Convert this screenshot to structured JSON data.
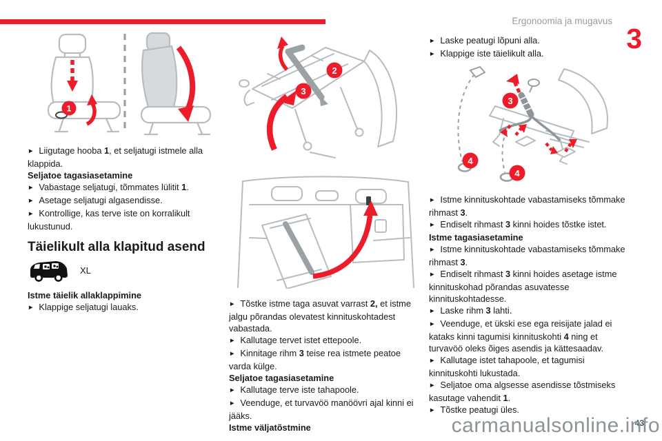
{
  "page": {
    "title": "Ergonoomia ja mugavus",
    "chapter_number": "3",
    "page_number": "43",
    "watermark": "carmanualsonline.info",
    "bullet_glyph": "►",
    "accent_red": "#ed1c2b",
    "lineart_gray": "#b6bcbf"
  },
  "left_column": {
    "blocks_top": [
      {
        "type": "bullet",
        "text": "Liigutage hooba **1**, et seljatugi istmele alla klappida."
      },
      {
        "type": "heading",
        "text": "Seljatoe tagasiasetamine"
      },
      {
        "type": "bullet",
        "text": "Vabastage seljatugi, tõmmates lülitit **1**."
      },
      {
        "type": "bullet",
        "text": "Asetage seljatugi algasendisse."
      },
      {
        "type": "bullet",
        "text": "Kontrollige, kas terve iste on korralikult lukustunud."
      }
    ],
    "section_title": "Täielikult alla klapitud asend",
    "variant_label": "XL",
    "blocks_bottom": [
      {
        "type": "heading",
        "text": "Istme täielik allaklappimine"
      },
      {
        "type": "bullet",
        "text": "Klappige seljatugi lauaks."
      }
    ]
  },
  "middle_column": {
    "blocks": [
      {
        "type": "bullet",
        "text": "Tõstke istme taga asuvat varrast **2,** et istme jalgu põrandas olevatest kinnituskohtadest vabastada."
      },
      {
        "type": "bullet",
        "text": "Kallutage tervet istet ettepoole."
      },
      {
        "type": "bullet",
        "text": "Kinnitage rihm **3** teise rea istmete peatoe varda külge."
      },
      {
        "type": "heading",
        "text": "Seljatoe tagasiasetamine"
      },
      {
        "type": "bullet",
        "text": "Kallutage terve iste tahapoole."
      },
      {
        "type": "bullet",
        "text": "Veenduge, et turvavöö manöövri ajal kinni ei jääks."
      },
      {
        "type": "heading",
        "text": "Istme väljatõstmine"
      }
    ]
  },
  "right_column": {
    "blocks_top": [
      {
        "type": "bullet",
        "text": "Laske peatugi lõpuni alla."
      },
      {
        "type": "bullet",
        "text": "Klappige iste täielikult alla."
      }
    ],
    "blocks": [
      {
        "type": "bullet",
        "text": "Istme kinnituskohtade vabastamiseks tõmmake rihmast **3**."
      },
      {
        "type": "bullet",
        "text": "Endiselt rihmast **3** kinni hoides tõstke istet."
      },
      {
        "type": "heading",
        "text": "Istme tagasiasetamine"
      },
      {
        "type": "bullet",
        "text": "Istme kinnituskohtade vabastamiseks tõmmake rihmast **3**."
      },
      {
        "type": "bullet",
        "text": "Endiselt rihmast **3** kinni hoides asetage istme kinnituskohad põrandas asuvatesse kinnituskohtadesse."
      },
      {
        "type": "bullet",
        "text": "Laske rihm **3** lahti."
      },
      {
        "type": "bullet",
        "text": "Veenduge, et ükski ese ega reisijate jalad ei kataks kinni tagumisi kinnituskohti **4** ning et turvavöö oleks õiges asendis ja kättesaadav."
      },
      {
        "type": "bullet",
        "text": "Kallutage istet tahapoole, et tagumisi kinnituskohti lukustada."
      },
      {
        "type": "bullet",
        "text": "Seljatoe oma algsesse asendisse tõstmiseks kasutage vahendit **1**."
      },
      {
        "type": "bullet",
        "text": "Tõstke peatugi üles."
      }
    ]
  },
  "figures": {
    "fold_backrest": {
      "callout_1": "1"
    },
    "release_rod": {
      "callout_2": "2",
      "callout_3": "3"
    },
    "remove_refit": {
      "callout_3": "3",
      "callout_4_left": "4",
      "callout_4_right": "4"
    }
  }
}
